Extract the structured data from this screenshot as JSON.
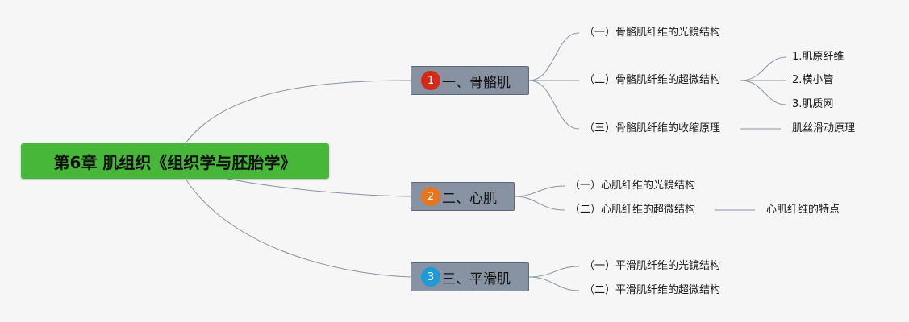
{
  "root": {
    "label": "第6章 肌组织《组织学与胚胎学》"
  },
  "topics": [
    {
      "marker": "1",
      "marker_color": "#d42a1a",
      "label": "一、骨骼肌",
      "children": [
        {
          "label": "（一）骨骼肌纤维的光镜结构"
        },
        {
          "label": "（二）骨骼肌纤维的超微结构",
          "children": [
            "1.肌原纤维",
            "2.横小管",
            "3.肌质网"
          ]
        },
        {
          "label": "（三）骨骼肌纤维的收缩原理",
          "children": [
            "肌丝滑动原理"
          ]
        }
      ]
    },
    {
      "marker": "2",
      "marker_color": "#e8741c",
      "label": "二、心肌",
      "children": [
        {
          "label": "（一）心肌纤维的光镜结构"
        },
        {
          "label": "（二）心肌纤维的超微结构",
          "children": [
            "心肌纤维的特点"
          ]
        }
      ]
    },
    {
      "marker": "3",
      "marker_color": "#1e9ad6",
      "label": "三、平滑肌",
      "children": [
        {
          "label": "（一）平滑肌纤维的光镜结构"
        },
        {
          "label": "（二）平滑肌纤维的超微结构"
        }
      ]
    }
  ]
}
